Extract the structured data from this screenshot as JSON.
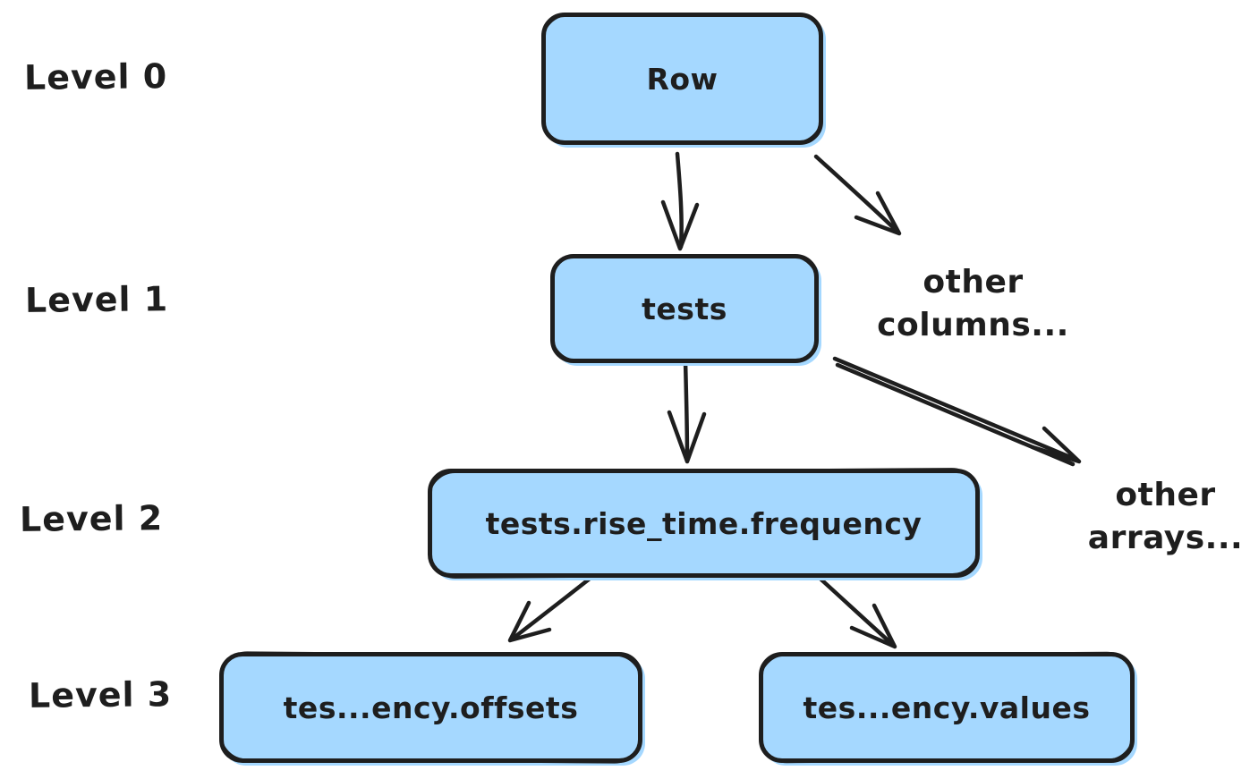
{
  "colors": {
    "node_fill": "#a5d8ff",
    "stroke": "#1e1e1e",
    "background": "#ffffff"
  },
  "level_labels": [
    {
      "label": "Level 0"
    },
    {
      "label": "Level 1"
    },
    {
      "label": "Level 2"
    },
    {
      "label": "Level 3"
    }
  ],
  "nodes": {
    "row": {
      "label": "Row",
      "level": 0
    },
    "tests": {
      "label": "tests",
      "level": 1
    },
    "frequency": {
      "label": "tests.rise_time.frequency",
      "level": 2
    },
    "offsets": {
      "label": "tes...ency.offsets",
      "level": 3
    },
    "values": {
      "label": "tes...ency.values",
      "level": 3
    }
  },
  "annotations": {
    "other_columns": {
      "line1": "other",
      "line2": "columns..."
    },
    "other_arrays": {
      "line1": "other",
      "line2": "arrays..."
    }
  },
  "edges": [
    {
      "from": "Row",
      "to": "tests"
    },
    {
      "from": "Row",
      "to": "other columns..."
    },
    {
      "from": "tests",
      "to": "tests.rise_time.frequency"
    },
    {
      "from": "tests",
      "to": "other arrays..."
    },
    {
      "from": "tests.rise_time.frequency",
      "to": "tes...ency.offsets"
    },
    {
      "from": "tests.rise_time.frequency",
      "to": "tes...ency.values"
    }
  ]
}
